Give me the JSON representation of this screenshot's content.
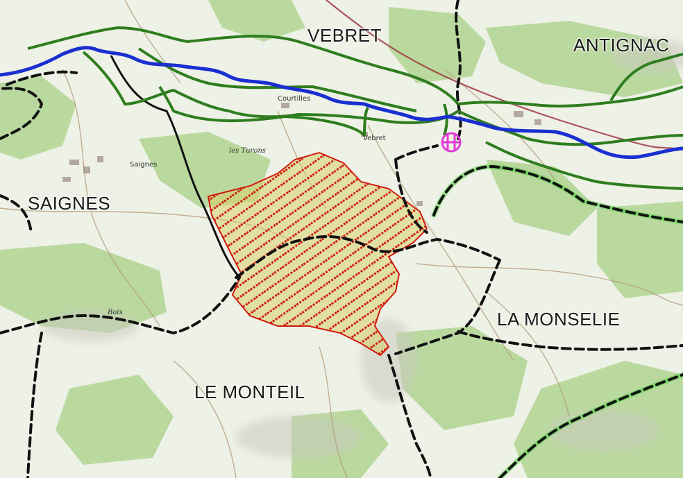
{
  "map": {
    "communes": {
      "vebret": "VEBRET",
      "antignac": "ANTIGNAC",
      "saignes": "SAIGNES",
      "la_monselie": "LA MONSELIE",
      "le_monteil": "LE MONTEIL"
    },
    "places": {
      "saignes": "Saignes",
      "vebret": "Vebret",
      "courtilles": "Courtilles",
      "les_turons": "les Turons",
      "bois": "Bois"
    },
    "colors": {
      "river": "#1a2fd1",
      "zone_boundary": "#2e7d1e",
      "commune_boundary": "#111111",
      "zone_outline": "#d01c10",
      "zone_fill": "#c8c24a",
      "facility_marker": "#e03ad6",
      "forest": "#a9cf86",
      "relief": "#c7c7bd"
    },
    "icons": {
      "facility": "pumping-station-icon"
    }
  }
}
